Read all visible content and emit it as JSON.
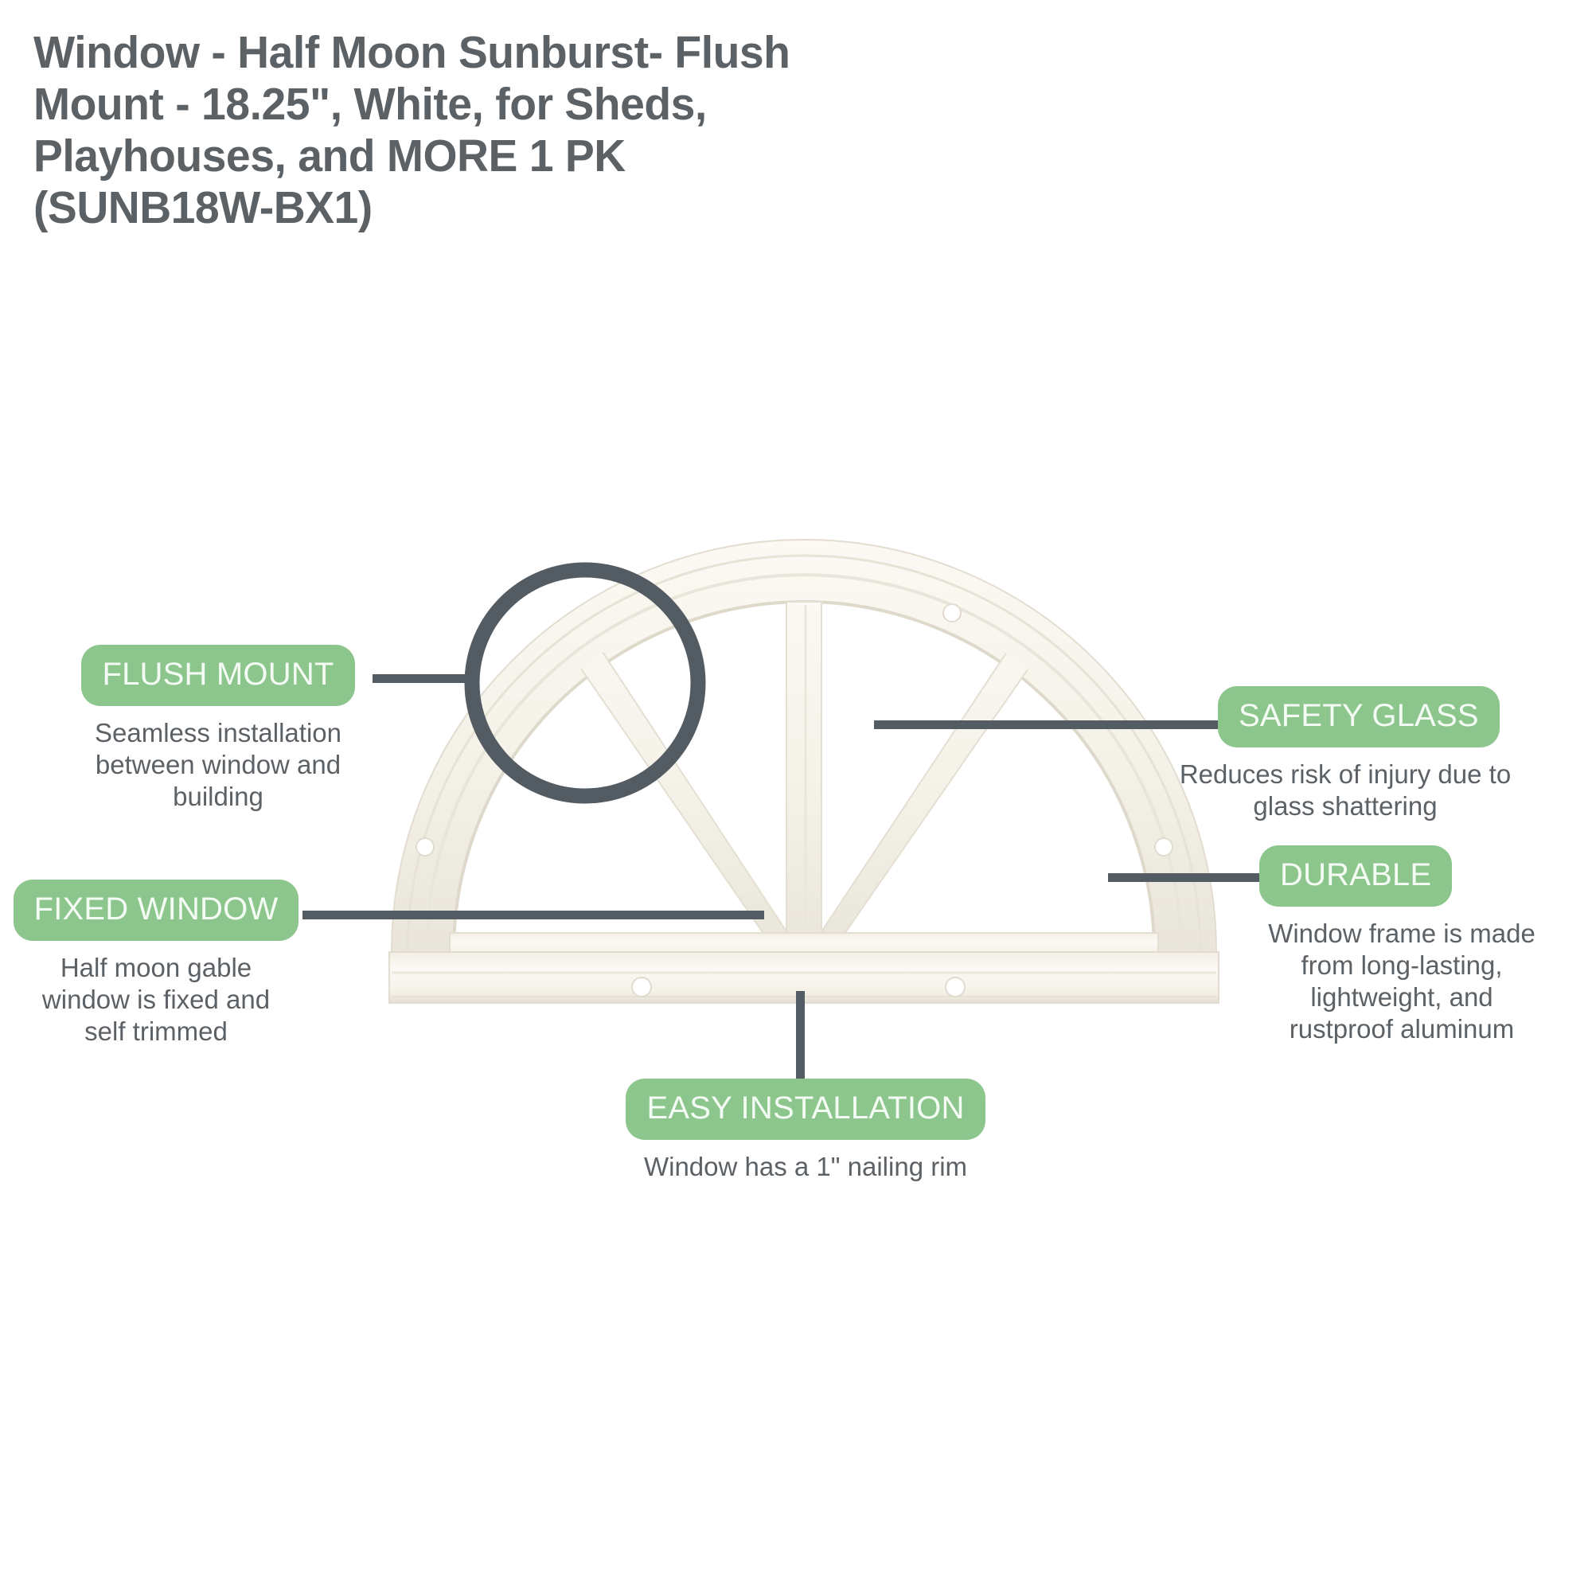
{
  "product_title": {
    "lines": [
      "Window - Half Moon Sunburst- Flush",
      "Mount - 18.25\", White, for Sheds,",
      "Playhouses, and MORE 1 PK",
      "(SUNB18W-BX1)"
    ],
    "full_text": "Window - Half Moon Sunburst- Flush Mount - 18.25\", White, for Sheds, Playhouses, and MORE 1 PK (SUNB18W-BX1)",
    "color": "#5c6166"
  },
  "colors": {
    "badge_background": "#8dc68d",
    "badge_text": "#f4fbf4",
    "description_text": "#5c6166",
    "connector_line": "#545c63",
    "product_frame": "#f5f2ea",
    "product_frame_shadow": "#e6e1d5",
    "page_background": "#ffffff"
  },
  "callouts": [
    {
      "id": "flush-mount",
      "badge": "FLUSH MOUNT",
      "description": "Seamless installation\nbetween window and\nbuilding"
    },
    {
      "id": "fixed-window",
      "badge": "FIXED WINDOW",
      "description": "Half moon gable\nwindow is fixed and\nself trimmed"
    },
    {
      "id": "safety-glass",
      "badge": "SAFETY GLASS",
      "description": "Reduces risk of injury due to\nglass shattering"
    },
    {
      "id": "durable",
      "badge": "DURABLE",
      "description": "Window frame is made\nfrom long-lasting,\nlightweight, and\nrustproof aluminum"
    },
    {
      "id": "easy-installation",
      "badge": "EASY INSTALLATION",
      "description": "Window has a 1\" nailing rim"
    }
  ],
  "product_image": {
    "name": "half-moon-sunburst-window",
    "description": "White half moon sunburst gable window with arched aluminum frame, center mullion, two diagonal sunburst spokes and a bottom nailing rim"
  },
  "magnifier": {
    "name": "magnifier-circle",
    "target": "flush-mount"
  }
}
